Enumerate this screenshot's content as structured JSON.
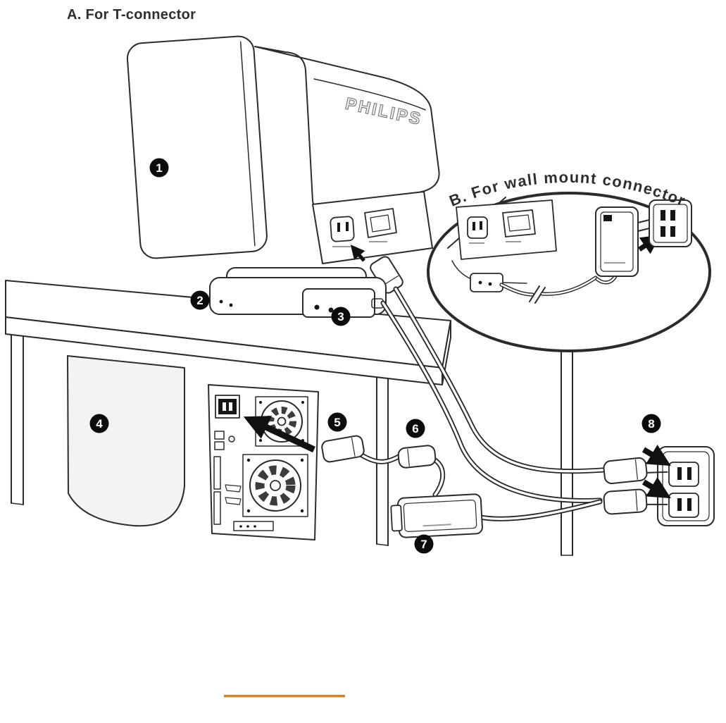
{
  "diagram": {
    "section_a": {
      "title": "A. For T-connector"
    },
    "section_b": {
      "title": "B. For wall mount connector"
    },
    "monitor": {
      "brand": "PHILIPS"
    },
    "callouts": [
      {
        "id": 1,
        "label": "1"
      },
      {
        "id": 2,
        "label": "2"
      },
      {
        "id": 3,
        "label": "3"
      },
      {
        "id": 4,
        "label": "4"
      },
      {
        "id": 5,
        "label": "5"
      },
      {
        "id": 6,
        "label": "6"
      },
      {
        "id": 7,
        "label": "7"
      },
      {
        "id": 8,
        "label": "8"
      }
    ],
    "colors": {
      "line": "#2b2b2b",
      "accent_rule": "#c8872e"
    }
  }
}
